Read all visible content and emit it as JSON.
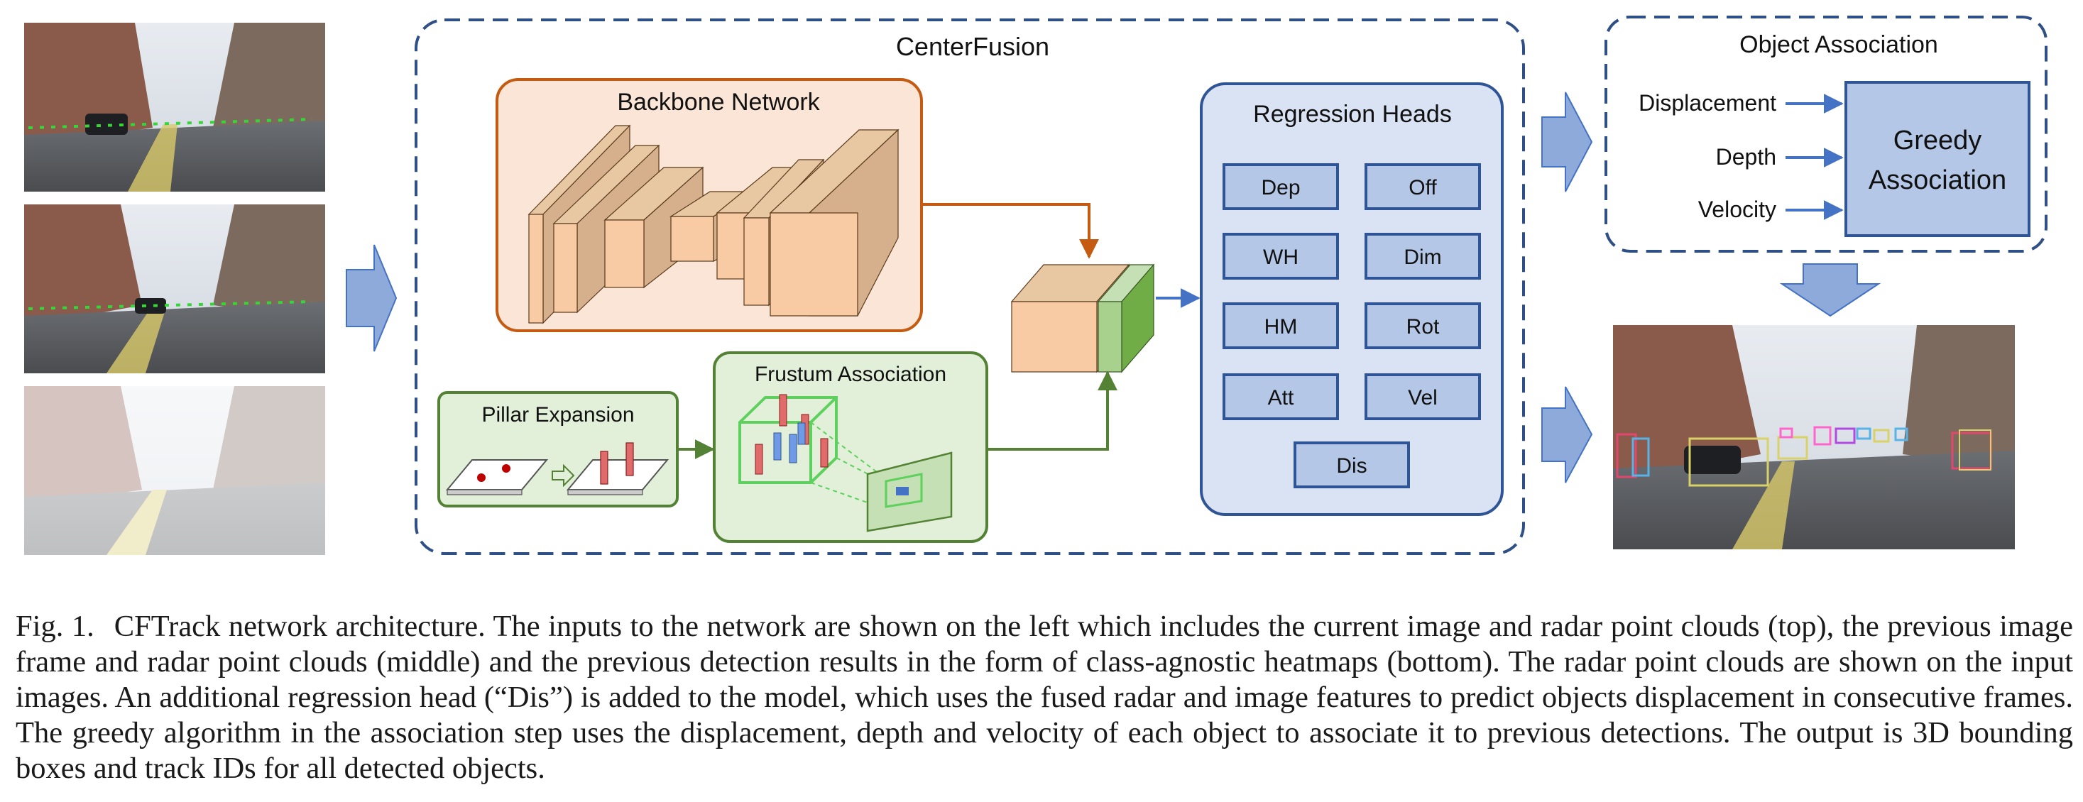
{
  "diagram": {
    "centerfusion_label": "CenterFusion",
    "backbone_label": "Backbone Network",
    "pillar_label": "Pillar Expansion",
    "frustum_label": "Frustum Association",
    "regression_label": "Regression Heads",
    "heads": [
      "Dep",
      "Off",
      "WH",
      "Dim",
      "HM",
      "Rot",
      "Att",
      "Vel",
      "Dis"
    ],
    "object_association_label": "Object Association",
    "assoc_inputs": [
      "Displacement",
      "Depth",
      "Velocity"
    ],
    "greedy_label_line1": "Greedy",
    "greedy_label_line2": "Association"
  },
  "colors": {
    "dashed_border": "#2f4f87",
    "backbone_fill": "#fbe5d6",
    "backbone_border": "#c55a11",
    "box_front": "#f8cba4",
    "box_side": "#d6b08c",
    "green_fill": "#e2f0d9",
    "green_border": "#548235",
    "blue_fill": "#dae3f3",
    "blue_border": "#2f5597",
    "head_fill": "#b4c7e7",
    "arrow_blue": "#4472c4"
  },
  "caption": {
    "label": "Fig. 1.",
    "text": "CFTrack network architecture. The inputs to the network are shown on the left which includes the current image and radar point clouds (top), the previous image frame and radar point clouds (middle) and the previous detection results in the form of class-agnostic heatmaps (bottom). The radar point clouds are shown on the input images. An additional regression head (“Dis”) is added to the model, which uses the fused radar and image features to predict objects displacement in consecutive frames. The greedy algorithm in the association step uses the displacement, depth and velocity of each object to associate it to previous detections. The output is 3D bounding boxes and track IDs for all detected objects."
  }
}
